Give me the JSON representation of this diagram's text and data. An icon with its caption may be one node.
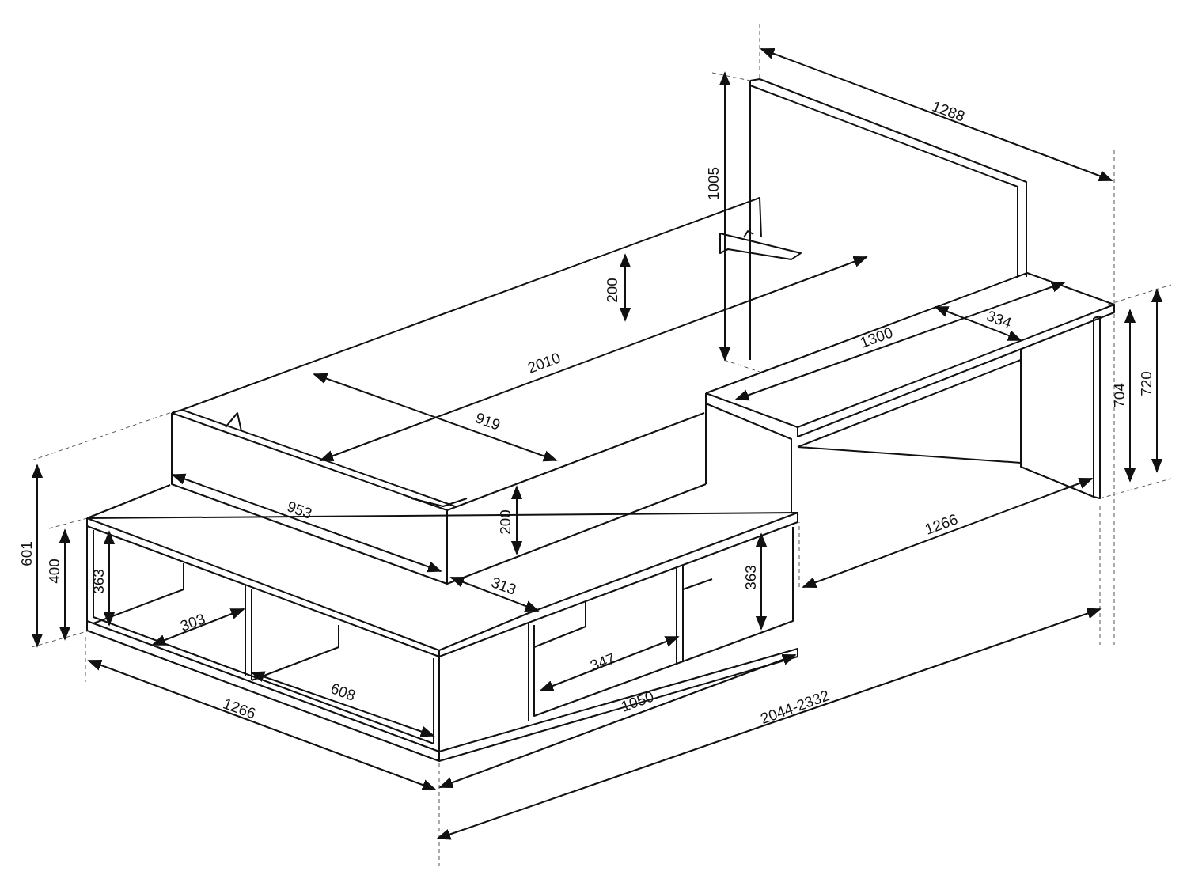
{
  "diagram": {
    "labels": [
      "1288",
      "1005",
      "200",
      "334",
      "1300",
      "2010",
      "720",
      "704",
      "919",
      "953",
      "200",
      "1266",
      "601",
      "400",
      "363",
      "363",
      "313",
      "303",
      "347",
      "608",
      "1050",
      "1266",
      "2044-2332"
    ]
  }
}
